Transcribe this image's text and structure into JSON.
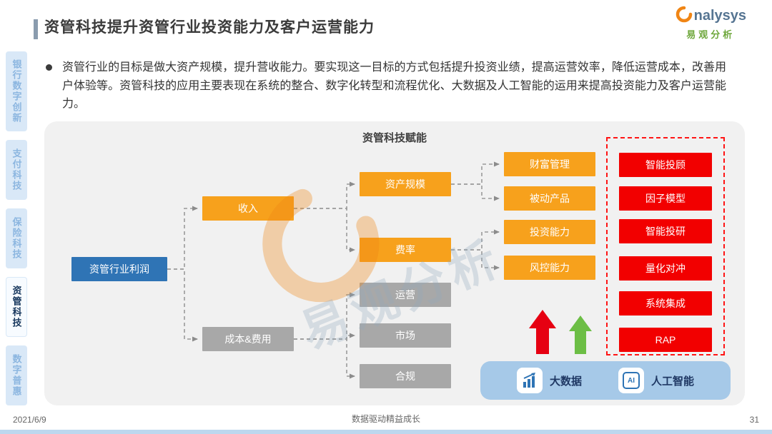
{
  "header": {
    "title": "资管科技提升资管行业投资能力及客户运营能力"
  },
  "logo": {
    "brand": "nalysys",
    "brand_cn": "易观分析"
  },
  "intro": {
    "text": "资管行业的目标是做大资产规模，提升营收能力。要实现这一目标的方式包括提升投资业绩，提高运营效率，降低运营成本，改善用户体验等。资管科技的应用主要表现在系统的整合、数字化转型和流程优化、大数据及人工智能的运用来提高投资能力及客户运营能力。"
  },
  "sidebar": {
    "items": [
      {
        "label": "银行数字创新",
        "active": false
      },
      {
        "label": "支付科技",
        "active": false
      },
      {
        "label": "保险科技",
        "active": false
      },
      {
        "label": "资管科技",
        "active": true
      },
      {
        "label": "数字普惠",
        "active": false
      }
    ]
  },
  "diagram": {
    "title": "资管科技赋能",
    "root": "资管行业利润",
    "revenue": "收入",
    "cost": "成本&费用",
    "mid": [
      "资产规模",
      "费率",
      "运营",
      "市场",
      "合规"
    ],
    "capabilities": [
      "财富管理",
      "被动产品",
      "投资能力",
      "风控能力"
    ],
    "tech": [
      "智能投顾",
      "因子模型",
      "智能投研",
      "量化对冲",
      "系统集成",
      "RAP"
    ],
    "bottom_panel": {
      "ai_text": "AI",
      "items": [
        "大数据",
        "人工智能"
      ]
    },
    "watermark_cn": "易观分析"
  },
  "footer": {
    "date": "2021/6/9",
    "slogan": "数据驱动精益成长",
    "page": "31"
  },
  "colors": {
    "orange": "#f7a11c",
    "gray": "#a8a8a8",
    "blue": "#2f74b5",
    "red": "#f20000",
    "panel_blue": "#a6c9e8",
    "arrow_red": "#e60012",
    "arrow_green": "#6cbe45"
  }
}
